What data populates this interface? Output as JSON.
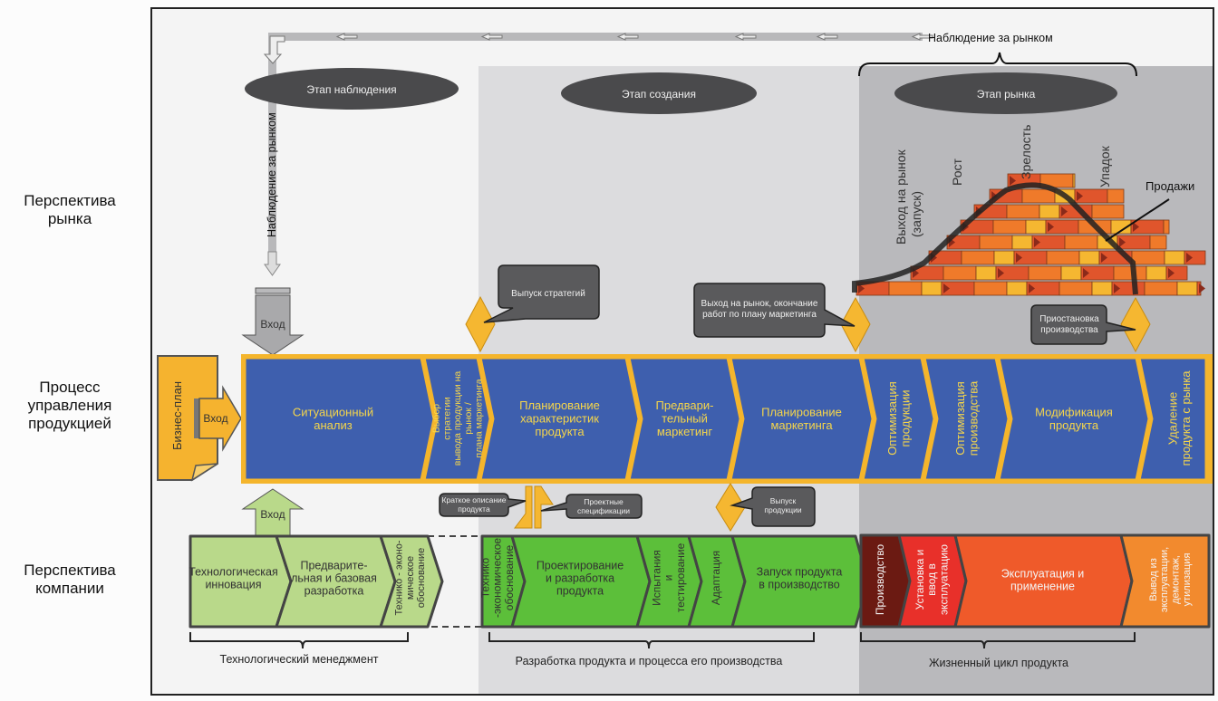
{
  "side_labels": {
    "market_perspective": [
      "Перспектива",
      "рынка"
    ],
    "process": [
      "Процесс",
      "управления",
      "продукцией"
    ],
    "company_perspective": [
      "Перспектива",
      "компании"
    ]
  },
  "top": {
    "market_observation": "Наблюдение за рынком",
    "market_observation_vertical": "Наблюдение за рынком"
  },
  "stages": [
    {
      "label": "Этап наблюдения"
    },
    {
      "label": "Этап создания"
    },
    {
      "label": "Этап рынка"
    }
  ],
  "lifecycle": {
    "phases": [
      "Выход на рынок (запуск)",
      "Рост",
      "Зрелость",
      "Упадок"
    ],
    "phase_launch_line1": "Выход на рынок",
    "phase_launch_line2": "(запуск)",
    "sales_label": "Продажи"
  },
  "inputs": {
    "top_input": "Вход",
    "left_input": "Вход",
    "bottom_input": "Вход",
    "business_plan": "Бизнес-план"
  },
  "callouts": {
    "strategy_release": "Выпуск стратегий",
    "market_entry": [
      "Выход на рынок, окончание",
      "работ по плану маркетинга"
    ],
    "production_stop": [
      "Приостановка",
      "производства"
    ],
    "product_brief": [
      "Краткое описание",
      "продукта"
    ],
    "project_specs": [
      "Проектные",
      "спецификации"
    ],
    "product_release": [
      "Выпуск",
      "продукции"
    ]
  },
  "process_steps": [
    {
      "lines": [
        "Ситуационный",
        "анализ"
      ],
      "vertical": false
    },
    {
      "lines": [
        "Выбор",
        "стратегии",
        "вывода продукции на",
        "рынок /",
        "плана маркетинга"
      ],
      "vertical": true
    },
    {
      "lines": [
        "Планирование",
        "характеристик",
        "продукта"
      ],
      "vertical": false
    },
    {
      "lines": [
        "Предвари-",
        "тельный",
        "маркетинг"
      ],
      "vertical": false
    },
    {
      "lines": [
        "Планирование",
        "маркетинга"
      ],
      "vertical": false
    },
    {
      "lines": [
        "Оптимизация",
        "продукции"
      ],
      "vertical": true
    },
    {
      "lines": [
        "Оптимизация",
        "производства"
      ],
      "vertical": true
    },
    {
      "lines": [
        "Модификация",
        "продукта"
      ],
      "vertical": false
    },
    {
      "lines": [
        "Удаление",
        "продукта с рынка"
      ],
      "vertical": true
    }
  ],
  "tech_steps": [
    {
      "lines": [
        "Технологическая",
        "инновация"
      ],
      "vertical": false
    },
    {
      "lines": [
        "Предварите-",
        "льная и базовая",
        "разработка"
      ],
      "vertical": false
    },
    {
      "lines": [
        "Технико - эконо-",
        "мическое",
        "обоснование"
      ],
      "vertical": true
    }
  ],
  "dev_steps": [
    {
      "lines": [
        "Технико",
        "-экономическое",
        "обоснование"
      ],
      "vertical": true
    },
    {
      "lines": [
        "Проектирование",
        "и разработка",
        "продукта"
      ],
      "vertical": false
    },
    {
      "lines": [
        "Испытания",
        "и",
        "тестирование"
      ],
      "vertical": true
    },
    {
      "lines": [
        "Адаптация"
      ],
      "vertical": true
    },
    {
      "lines": [
        "Запуск продукта",
        "в производство"
      ],
      "vertical": false
    }
  ],
  "life_steps": [
    {
      "lines": [
        "Производство"
      ],
      "vertical": true,
      "color": "#6b1a12"
    },
    {
      "lines": [
        "Установка и",
        "ввод в",
        "эксплуатацию"
      ],
      "vertical": true,
      "color": "#e8302a"
    },
    {
      "lines": [
        "Эксплуатация и",
        "применение"
      ],
      "vertical": false,
      "color": "#ef5a2a"
    },
    {
      "lines": [
        "Вывод из",
        "эксплуатации,",
        "демонтаж,",
        "утилизация"
      ],
      "vertical": true,
      "color": "#f28a2e"
    }
  ],
  "group_labels": {
    "tech": "Технологический менеджмент",
    "dev": "Разработка продукта и процесса его производства",
    "life": "Жизненный цикл продукта"
  },
  "colors": {
    "process_blue": "#3e5fae",
    "process_border": "#f4b52c",
    "text_yellow": "#f6d64a",
    "tech_green": "#b9d98a",
    "dev_green": "#5cbf3a",
    "ellipse": "#4a4a4c",
    "callout": "#5a5a5c",
    "diamond": "#f5b731"
  }
}
